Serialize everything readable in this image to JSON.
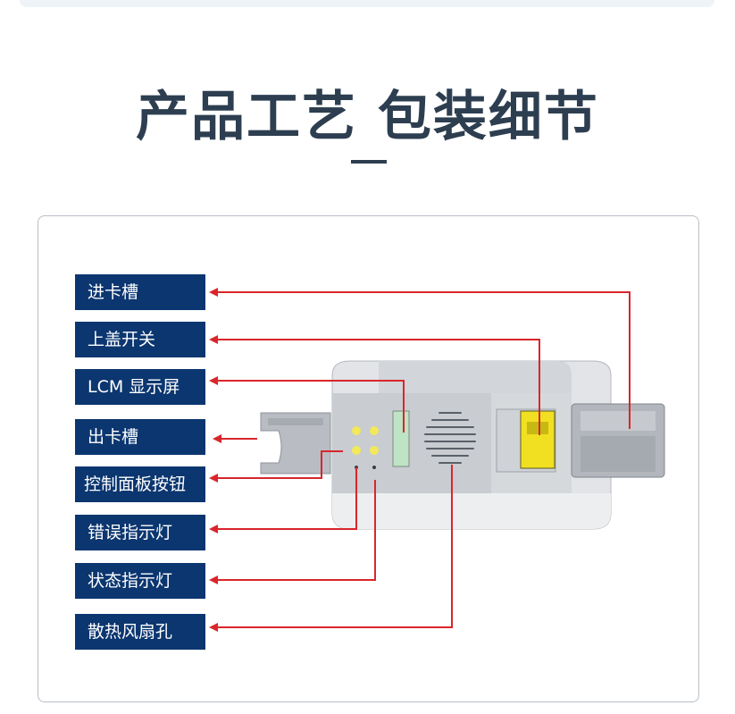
{
  "header": {
    "title": "产品工艺 包装细节"
  },
  "labels": [
    {
      "id": "card-input-slot",
      "text": "进卡槽"
    },
    {
      "id": "top-cover-switch",
      "text": "上盖开关"
    },
    {
      "id": "lcm-display",
      "text": "LCM 显示屏"
    },
    {
      "id": "card-output-slot",
      "text": "出卡槽"
    },
    {
      "id": "control-panel-buttons",
      "text": "控制面板按钮"
    },
    {
      "id": "error-indicator",
      "text": "错误指示灯"
    },
    {
      "id": "status-indicator",
      "text": "状态指示灯"
    },
    {
      "id": "cooling-fan-vent",
      "text": "散热风扇孔"
    }
  ],
  "colors": {
    "label_bg": "#0b3670",
    "label_text": "#ffffff",
    "leader_line": "#d9262b",
    "title": "#2d3e50",
    "button_yellow": "#f2e85a"
  }
}
